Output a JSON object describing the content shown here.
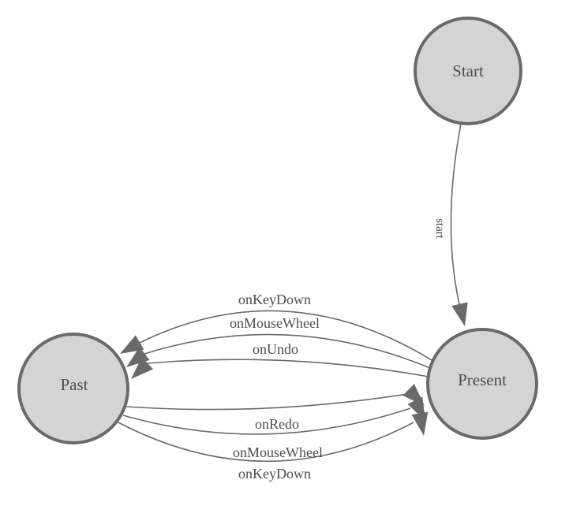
{
  "diagram": {
    "type": "state-machine",
    "background": "#ffffff",
    "colors": {
      "node_fill": "#d4d4d4",
      "node_stroke": "#6a6a6a",
      "edge_stroke": "#6a6a6a",
      "arrow_fill": "#6a6a6a",
      "label_text": "#4d4d4d"
    },
    "nodes": [
      {
        "id": "start",
        "label": "Start"
      },
      {
        "id": "present",
        "label": "Present"
      },
      {
        "id": "past",
        "label": "Past"
      }
    ],
    "edges": [
      {
        "from": "start",
        "to": "present",
        "label": "start"
      },
      {
        "from": "present",
        "to": "past",
        "label": "onKeyDown"
      },
      {
        "from": "present",
        "to": "past",
        "label": "onMouseWheel"
      },
      {
        "from": "present",
        "to": "past",
        "label": "onUndo"
      },
      {
        "from": "past",
        "to": "present",
        "label": "onRedo"
      },
      {
        "from": "past",
        "to": "present",
        "label": "onMouseWheel"
      },
      {
        "from": "past",
        "to": "present",
        "label": "onKeyDown"
      }
    ]
  }
}
